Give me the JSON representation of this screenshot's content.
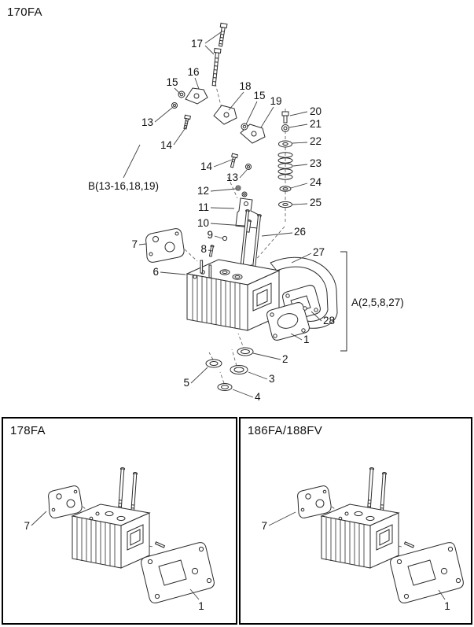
{
  "style": {
    "ink": "#1a1a1a",
    "background": "#ffffff"
  },
  "main_panel": {
    "title": "170FA",
    "labels": {
      "n17": "17",
      "n16": "16",
      "n15a": "15",
      "n15b": "15",
      "n18": "18",
      "n19": "19",
      "n20": "20",
      "n21": "21",
      "n22": "22",
      "n23": "23",
      "n24": "24",
      "n25": "25",
      "n13a": "13",
      "n13b": "13",
      "n14a": "14",
      "n14b": "14",
      "n12": "12",
      "n11": "11",
      "n10": "10",
      "n9": "9",
      "n26": "26",
      "n27": "27",
      "n7": "7",
      "n8": "8",
      "n6": "6",
      "n28": "28",
      "n1": "1",
      "n2": "2",
      "n3": "3",
      "n5": "5",
      "n4": "4",
      "groupB": "B(13-16,18,19)",
      "groupA": "A(2,5,8,27)"
    }
  },
  "left_panel": {
    "title": "178FA",
    "labels": {
      "n7": "7",
      "n1": "1"
    }
  },
  "right_panel": {
    "title": "186FA/188FV",
    "labels": {
      "n7": "7",
      "n1": "1"
    }
  }
}
